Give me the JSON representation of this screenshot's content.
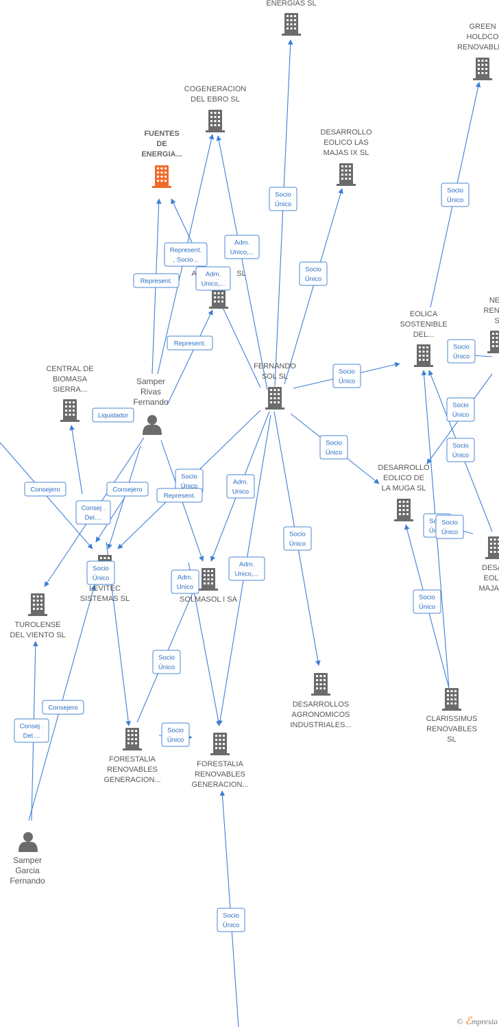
{
  "companies": {
    "energias": [
      "ENERGIAS  SL"
    ],
    "green": [
      "GREEN",
      "HOLDCO",
      "RENOVABLES"
    ],
    "cogeneracion": [
      "COGENERACION",
      "DEL EBRO  SL"
    ],
    "desarrollo_ix": [
      "DESARROLLO",
      "EOLICO LAS",
      "MAJAS IX  SL"
    ],
    "fuentes": [
      "FUENTES",
      "DE",
      "ENERGIA..."
    ],
    "asl": [
      "A",
      "SL"
    ],
    "central": [
      "CENTRAL DE",
      "BIOMASA",
      "SIERRA..."
    ],
    "fernando": [
      "FERNANDO",
      "SOL SL"
    ],
    "eolica": [
      "EOLICA",
      "SOSTENIBLE",
      "DEL..."
    ],
    "nea": [
      "NEA",
      "RENOV",
      "S"
    ],
    "muga": [
      "DESARROLLO",
      "EOLICO DE",
      "LA MUGA SL"
    ],
    "desar_right": [
      "DESAR",
      "EOLIC",
      "MAJAS X"
    ],
    "levitec": [
      "LEVITEC",
      "SISTEMAS  SL"
    ],
    "solmasol": [
      "SOLMASOL I SA"
    ],
    "turolense": [
      "TUROLENSE",
      "DEL VIENTO SL"
    ],
    "agronomicos": [
      "DESARROLLOS",
      "AGRONOMICOS",
      "INDUSTRIALES..."
    ],
    "clarissimus": [
      "CLARISSIMUS",
      "RENOVABLES",
      "SL"
    ],
    "forestalia1": [
      "FORESTALIA",
      "RENOVABLES",
      "GENERACION..."
    ],
    "forestalia2": [
      "FORESTALIA",
      "RENOVABLES",
      "GENERACION..."
    ]
  },
  "persons": {
    "rivas": [
      "Samper",
      "Rivas",
      "Fernando"
    ],
    "garcia": [
      "Samper",
      "Garcia",
      "Fernando"
    ]
  },
  "edge_labels": {
    "socio_energias": [
      "Socio",
      "Único"
    ],
    "socio_green": [
      "Socio",
      "Único"
    ],
    "socio_ix": [
      "Socio",
      "Único"
    ],
    "adm_cog": [
      "Adm.",
      "Unico,..."
    ],
    "represent_socio": [
      "Represent.",
      ", Socio..."
    ],
    "adm_asl": [
      "Adm.",
      "Unico,..."
    ],
    "represent_fuentes": [
      "Represent."
    ],
    "represent_asl": [
      "Represent."
    ],
    "liquidador": [
      "Liquidador"
    ],
    "socio_eolica_fer": [
      "Socio",
      "Único"
    ],
    "socio_eolica_nea": [
      "Socio",
      "Único"
    ],
    "socio_nea_muga": [
      "Socio",
      "Único"
    ],
    "socio_r2": [
      "Socio",
      "Único"
    ],
    "socio_muga_fer": [
      "Socio",
      "Único"
    ],
    "socio_muga_a": [
      "Socio",
      "Único"
    ],
    "socio_muga_b": [
      "Socio",
      "Único"
    ],
    "consejero_left": [
      "Consejero"
    ],
    "consejero_mid": [
      "Consejero"
    ],
    "consej_del_lev": [
      "Consej .",
      "Del...."
    ],
    "socio_lev_fer": [
      "Socio",
      "Único"
    ],
    "represent_lev": [
      "Represent."
    ],
    "adm_solmasol": [
      "Adm.",
      "Unico"
    ],
    "socio_levitec": [
      "Socio",
      "Único"
    ],
    "adm_solmasol2": [
      "Adm.",
      "Unico"
    ],
    "adm_for2": [
      "Adm.",
      "Unico,..."
    ],
    "socio_agro": [
      "Socio",
      "Único"
    ],
    "socio_muga_clar": [
      "Socio",
      "Único"
    ],
    "socio_sol_for1": [
      "Socio",
      "Único"
    ],
    "consejero_garcia": [
      "Consejero"
    ],
    "consej_del_tur": [
      "Consej .",
      "Del...."
    ],
    "socio_for1_for2": [
      "Socio",
      "Único"
    ],
    "socio_bottom": [
      "Socio",
      "Único"
    ]
  },
  "colors": {
    "edge": "#3d7fd6",
    "building": "#6b6b6b",
    "highlight": "#f26a2b"
  },
  "footer": {
    "copyright": "©",
    "brand_e": "ℰ",
    "brand_rest": "mpresia"
  }
}
